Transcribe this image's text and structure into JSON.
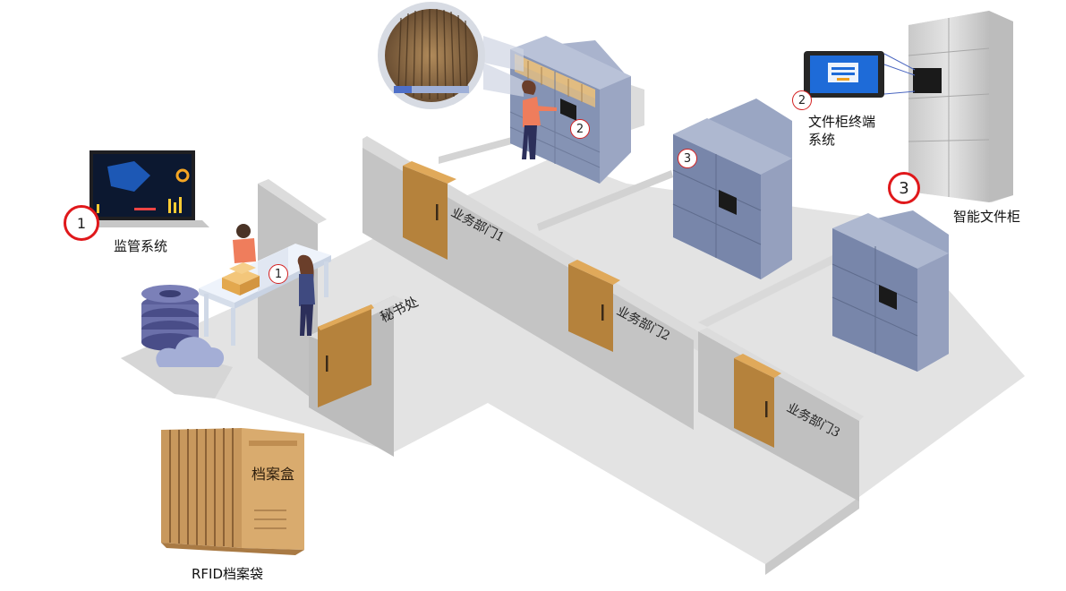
{
  "labels": {
    "monitor_system": "监管系统",
    "terminal_line1": "文件柜终端",
    "terminal_line2": "系统",
    "smart_cabinet": "智能文件柜",
    "rfid_bag": "RFID档案袋"
  },
  "rooms": {
    "secretary": "秘书处",
    "dept1": "业务部门1",
    "dept2": "业务部门2",
    "dept3": "业务部门3"
  },
  "box_label": "档案盒",
  "markers": {
    "laptop": "1",
    "desk": "1",
    "cabinet_terminal": "2",
    "terminal": "2",
    "dept_cabinet": "3",
    "smart_cabinet": "3"
  },
  "colors": {
    "floor": "#e6e6e6",
    "wall_side": "#bdbdbd",
    "door": "#b9873f",
    "cabinet": "#8a97b8",
    "marker_ring": "#e0181b"
  }
}
